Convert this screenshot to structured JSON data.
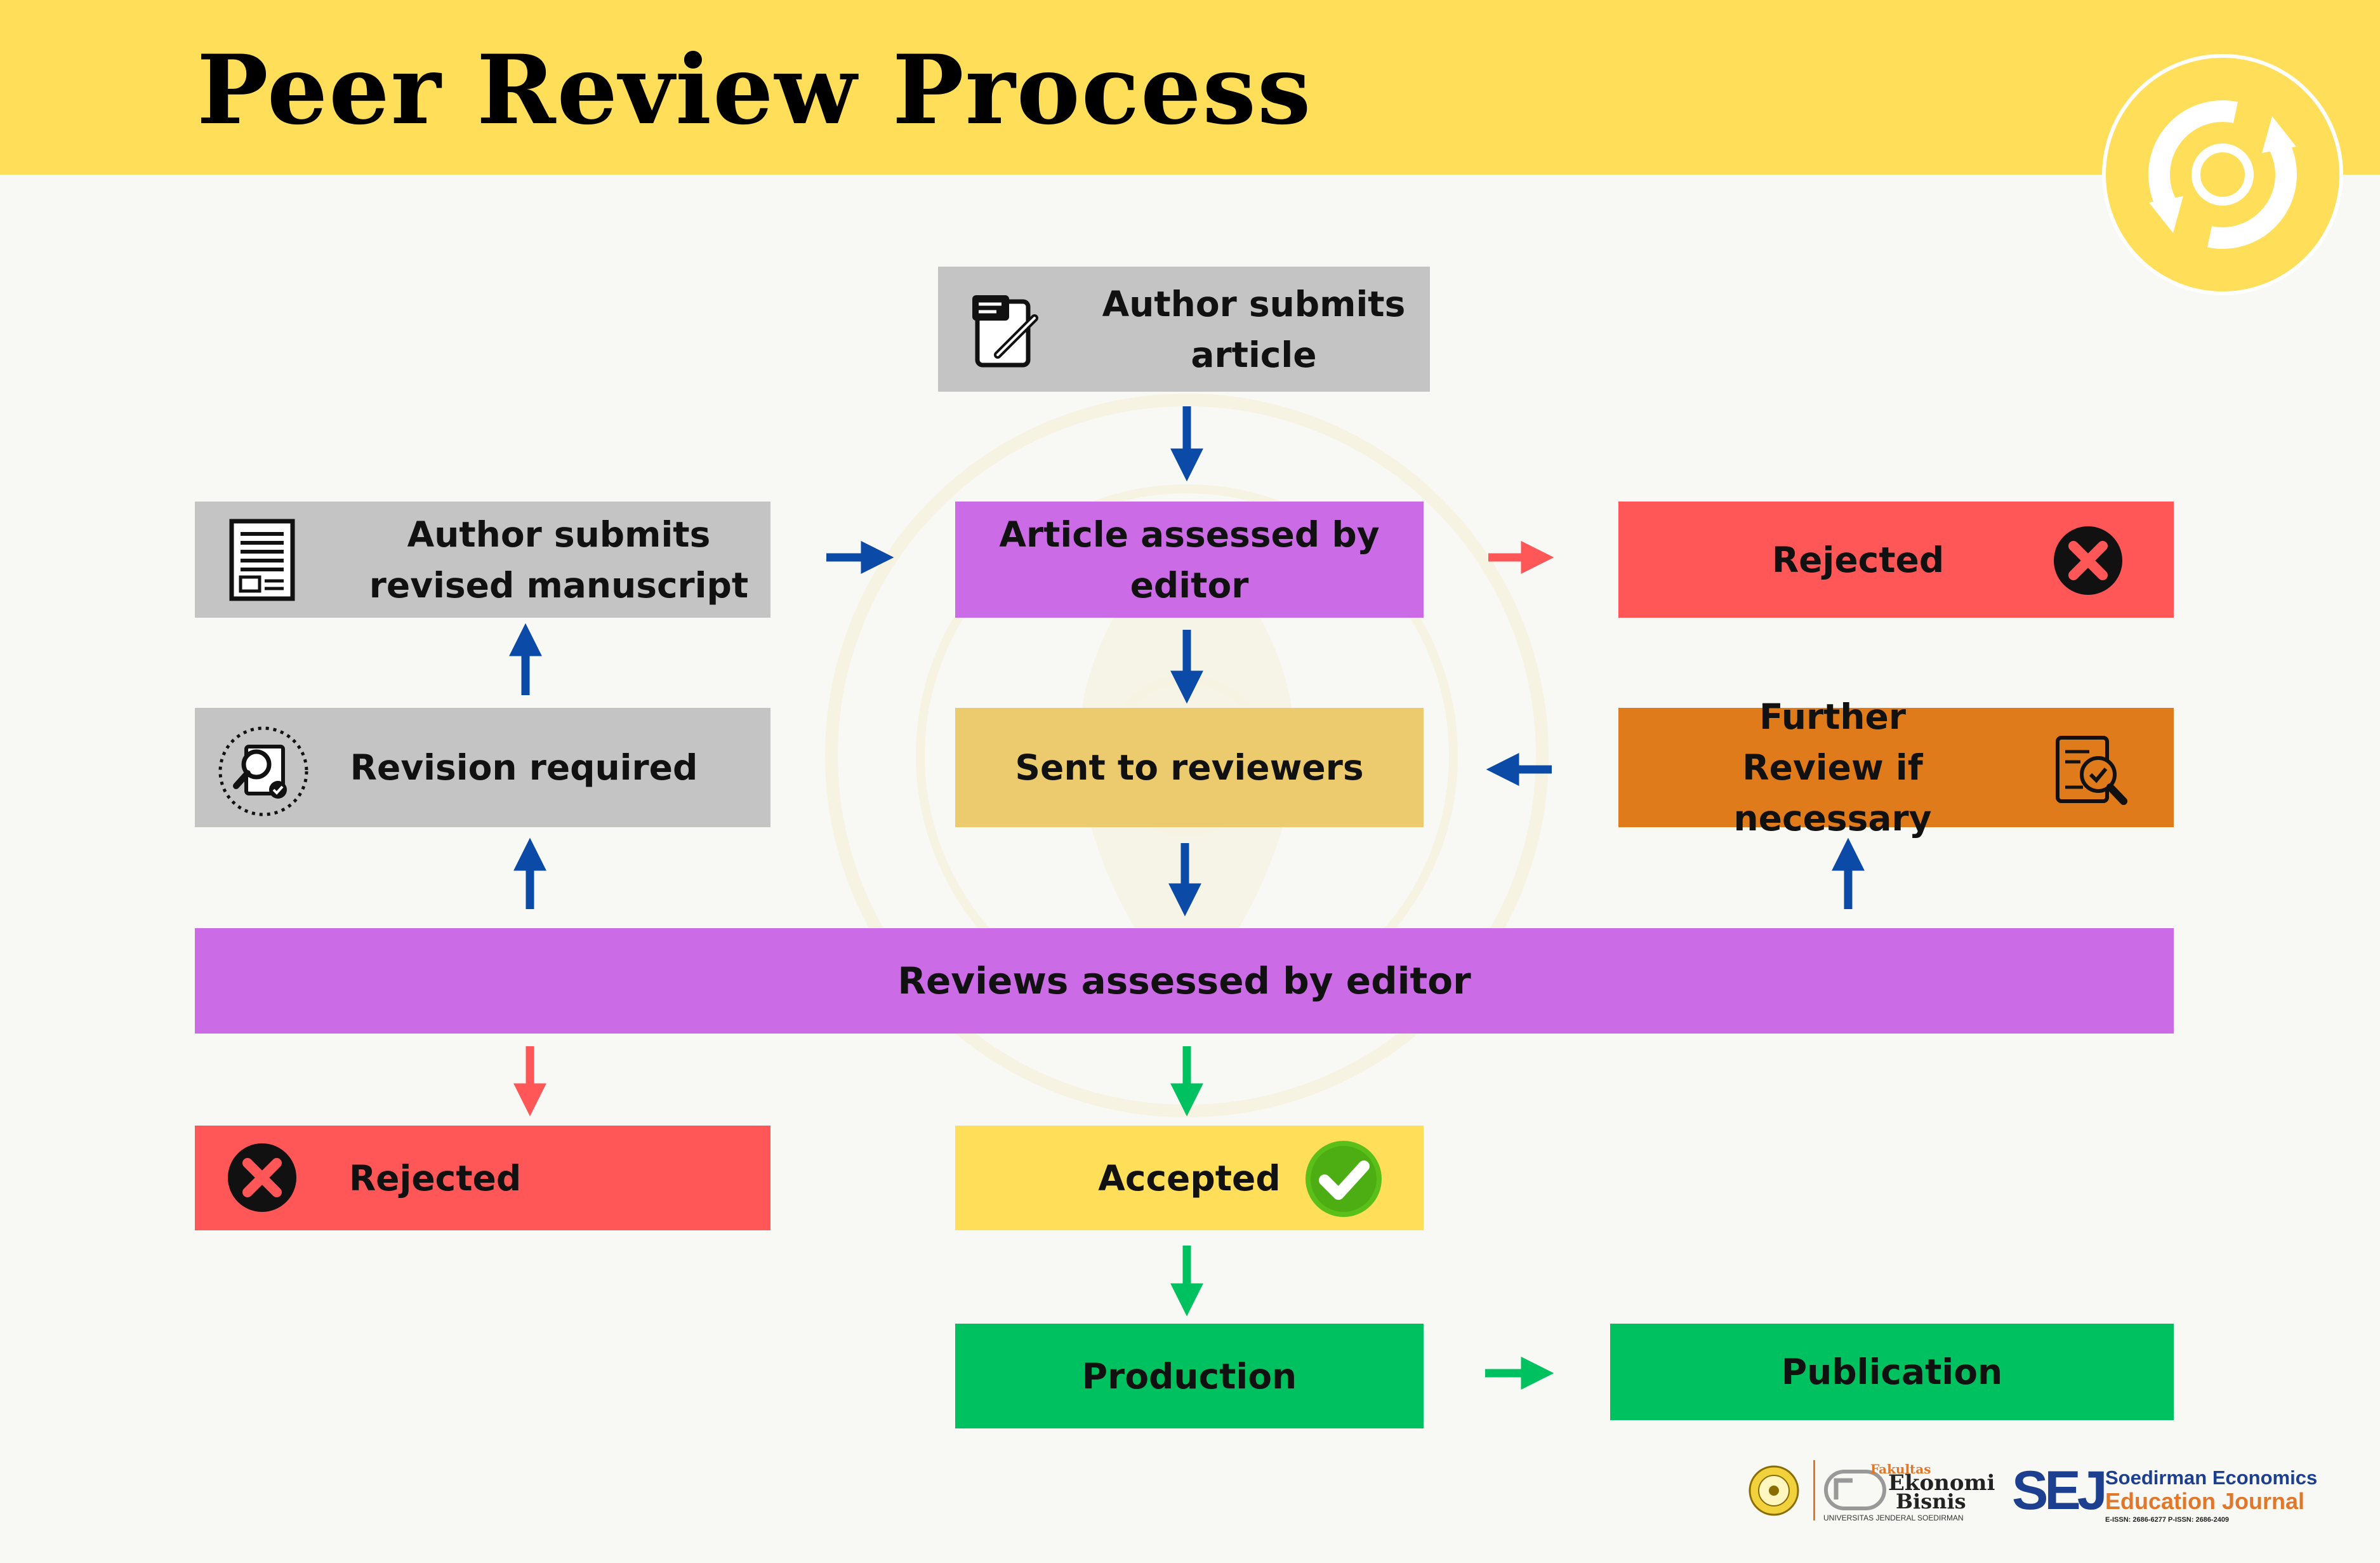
{
  "title": "Peer Review Process",
  "nodes": {
    "author_submits": "Author submits article",
    "article_assessed": "Article assessed by editor",
    "rejected_top": "Rejected",
    "revised_manuscript": "Author submits revised manuscript",
    "sent_to_reviewers": "Sent to reviewers",
    "further_review": "Further Review if necessary",
    "revision_required": "Revision required",
    "reviews_assessed": "Reviews assessed by editor",
    "rejected_bottom": "Rejected",
    "accepted": "Accepted",
    "production": "Production",
    "publication": "Publication"
  },
  "footer": {
    "feb_small": "Fakultas",
    "feb_line1": "Ekonomi",
    "feb_line2": "Bisnis",
    "feb_univ": "UNIVERSITAS JENDERAL SOEDIRMAN",
    "sej_mark": "SEJ",
    "sej_line1": "Soedirman Economics",
    "sej_line2": "Education Journal",
    "sej_issn": "E-ISSN: 2686-6277   P-ISSN: 2686-2409"
  },
  "colors": {
    "header": "#ffde59",
    "gray": "#c4c4c4",
    "purple": "#cb6ce6",
    "red": "#ff5757",
    "sand": "#eccb6e",
    "orange": "#e07b1c",
    "yellow": "#ffde59",
    "green": "#00c160",
    "arrow_blue": "#0b4aa6",
    "arrow_red": "#ff5757",
    "arrow_green": "#00c160"
  },
  "icons": {
    "cycle": "refresh-cycle-icon",
    "submit": "document-edit-icon",
    "manuscript": "manuscript-icon",
    "revision": "document-search-icon",
    "further": "clipboard-search-icon",
    "reject": "x-circle-icon",
    "accept": "check-circle-icon"
  }
}
